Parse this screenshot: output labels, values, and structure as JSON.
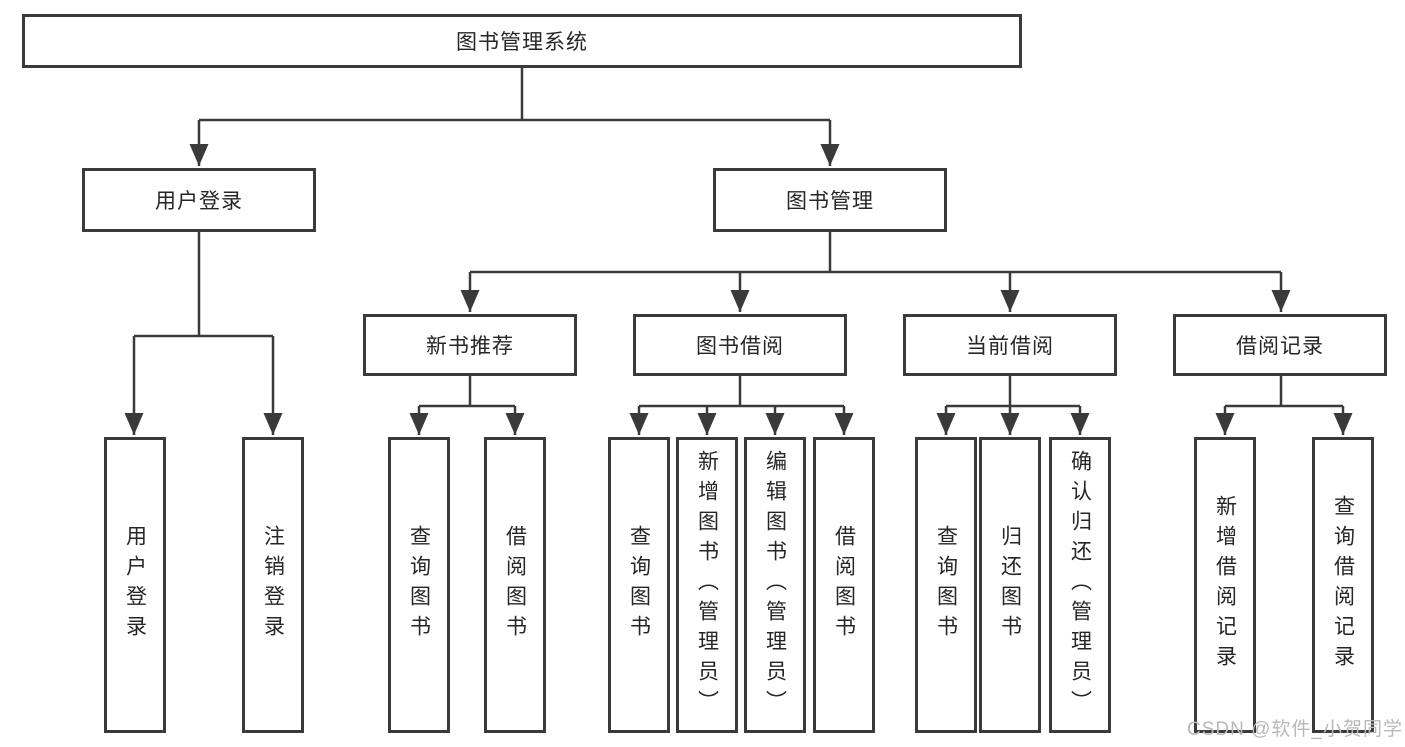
{
  "nodes": {
    "root": "图书管理系统",
    "user_login": "用户登录",
    "book_management": "图书管理",
    "new_book_recommend": "新书推荐",
    "book_borrow": "图书借阅",
    "current_borrow": "当前借阅",
    "borrow_records": "借阅记录",
    "leaf_user_login": "用户登录",
    "leaf_logout": "注销登录",
    "leaf_query_books_recommend": "查询图书",
    "leaf_borrow_books_recommend": "借阅图书",
    "leaf_query_books_borrow": "查询图书",
    "leaf_add_books_admin": "新增图书（管理员）",
    "leaf_edit_books_admin": "编辑图书（管理员）",
    "leaf_borrow_books_borrow": "借阅图书",
    "leaf_query_books_current": "查询图书",
    "leaf_return_books": "归还图书",
    "leaf_confirm_return_admin": "确认归还（管理员）",
    "leaf_add_borrow_record": "新增借阅记录",
    "leaf_query_borrow_record": "查询借阅记录"
  },
  "watermark": "CSDN @软件_小贺同学",
  "colors": {
    "line": "#3a3a3a",
    "box_border": "#3a3a3a",
    "box_fill": "#ffffff",
    "text": "#262626",
    "background": "#ffffff",
    "watermark": "#b9b9b9"
  }
}
